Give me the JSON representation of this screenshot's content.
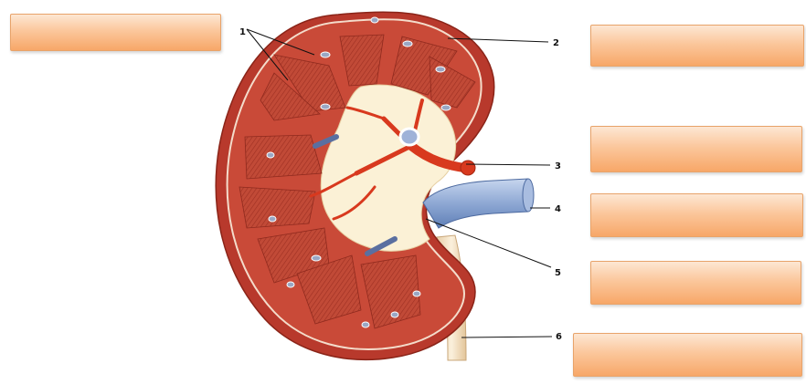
{
  "diagram": {
    "labels": [
      {
        "id": "1",
        "text": "1"
      },
      {
        "id": "2",
        "text": "2"
      },
      {
        "id": "3",
        "text": "3"
      },
      {
        "id": "4",
        "text": "4"
      },
      {
        "id": "5",
        "text": "5"
      },
      {
        "id": "6",
        "text": "6"
      }
    ],
    "answer_boxes": [
      {
        "value": ""
      },
      {
        "value": ""
      },
      {
        "value": ""
      },
      {
        "value": ""
      },
      {
        "value": ""
      },
      {
        "value": ""
      },
      {
        "value": ""
      }
    ]
  },
  "colors": {
    "cortex": "#c94a38",
    "capsule": "#b8392c",
    "medulla": "#b94432",
    "sinus": "#fbf1d6",
    "artery": "#d8391e",
    "vein": "#7e99c7",
    "ureter": "#f3e1c3",
    "box_fill": "#fbc79c"
  }
}
